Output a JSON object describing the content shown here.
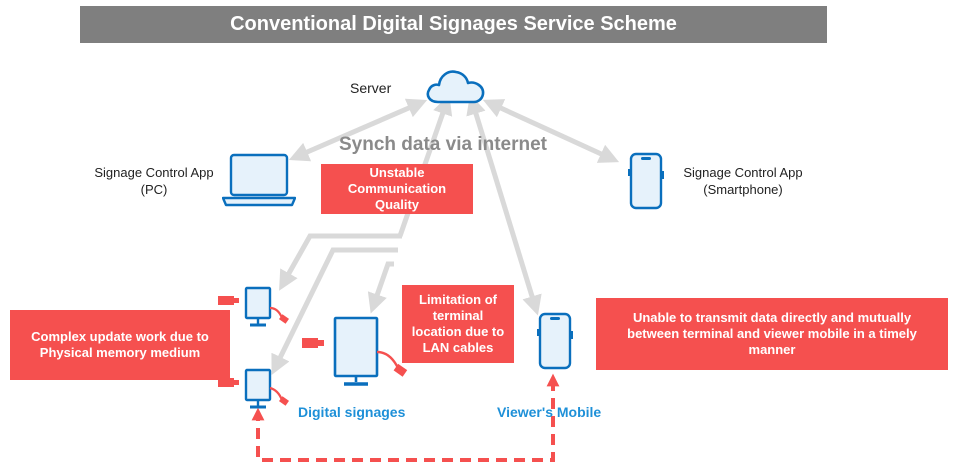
{
  "title": "Conventional Digital Signages Service Scheme",
  "nodes": {
    "server": "Server",
    "pc_app": "Signage Control App\n(PC)",
    "phone_app": "Signage Control App\n(Smartphone)",
    "digital_signages": "Digital signages",
    "viewers_mobile": "Viewer's Mobile"
  },
  "synch_label": "Synch data via internet",
  "issues": {
    "unstable": "Unstable Communication Quality",
    "complex_update": "Complex update work due to Physical memory medium",
    "lan_limit": "Limitation of terminal location due to LAN cables",
    "transmit": "Unable to transmit data directly and mutually between terminal and viewer mobile in a timely manner"
  },
  "colors": {
    "issue_red": "#f5504f",
    "icon_blue": "#0a6fbd",
    "arrow_gray": "#d9d9d9",
    "title_gray": "#7f7f7f"
  }
}
